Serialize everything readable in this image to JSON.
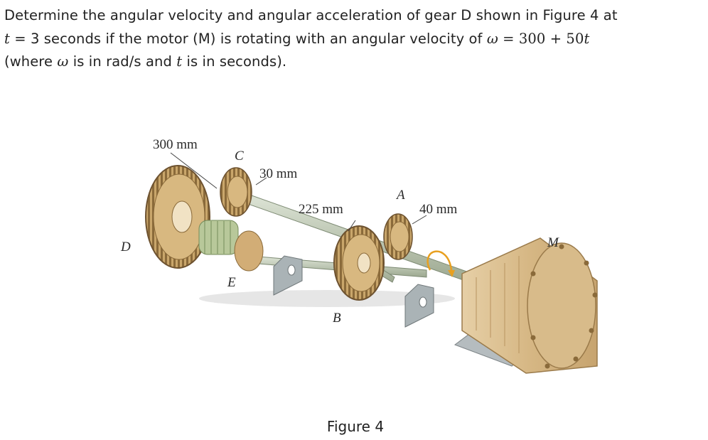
{
  "problem": {
    "line1": "Determine the angular velocity and angular acceleration of gear D shown in Figure 4 at",
    "line2_var": "t",
    "line2_text": " = 3 seconds if the motor (M) is rotating with an angular velocity of ",
    "line2_omega": "ω",
    "line2_eq": " = 300 + 50",
    "line2_t": "t",
    "line3_a": "(where ",
    "line3_omega": "ω",
    "line3_b": " is in rad/s and ",
    "line3_t": "t",
    "line3_c": " is in seconds)."
  },
  "figure": {
    "labels": {
      "dim_300": "300 mm",
      "dim_30": "30 mm",
      "dim_225": "225 mm",
      "dim_40": "40 mm",
      "gear_c": "C",
      "gear_a": "A",
      "gear_d": "D",
      "gear_e": "E",
      "gear_b": "B",
      "motor_m": "M"
    },
    "caption": "Figure 4"
  },
  "colors": {
    "gear": "#c9a66b",
    "gear_dark": "#8a6a3a",
    "motor": "#d9bb8c",
    "shaft": "#b8c2b0",
    "support": "#9aa3a6",
    "arrow": "#e8a020"
  }
}
